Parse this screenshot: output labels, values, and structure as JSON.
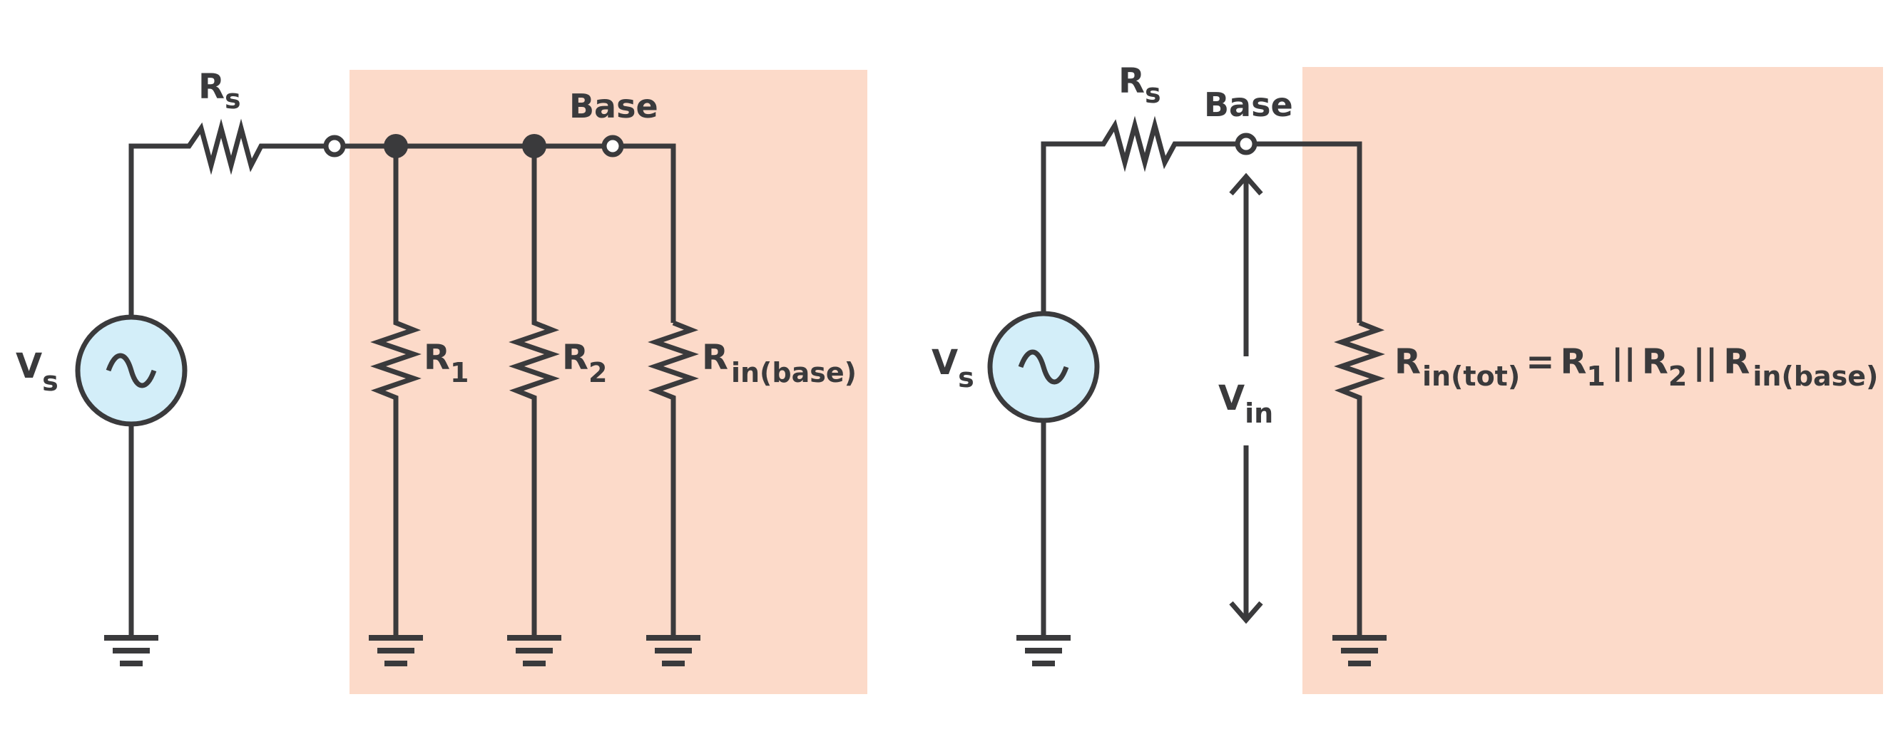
{
  "colors": {
    "wire": "#3a3a3c",
    "input_region": "#fcdac9",
    "source_fill": "#d3eef9"
  },
  "left_circuit": {
    "source": {
      "symbol": "V",
      "sub": "s",
      "icon": "ac-source-icon"
    },
    "series_resistor": {
      "symbol": "R",
      "sub": "s"
    },
    "node_label": "Base",
    "resistors": [
      {
        "symbol": "R",
        "sub": "1"
      },
      {
        "symbol": "R",
        "sub": "2"
      },
      {
        "symbol": "R",
        "sub": "in(base)"
      }
    ]
  },
  "right_circuit": {
    "source": {
      "symbol": "V",
      "sub": "s",
      "icon": "ac-source-icon"
    },
    "series_resistor": {
      "symbol": "R",
      "sub": "s"
    },
    "node_label": "Base",
    "voltage": {
      "symbol": "V",
      "sub": "in"
    },
    "equivalent": {
      "lhs_symbol": "R",
      "lhs_sub": "in(tot)",
      "equals": "=",
      "t1_symbol": "R",
      "t1_sub": "1",
      "parallel": "||",
      "t2_symbol": "R",
      "t2_sub": "2",
      "t3_symbol": "R",
      "t3_sub": "in(base)"
    }
  }
}
